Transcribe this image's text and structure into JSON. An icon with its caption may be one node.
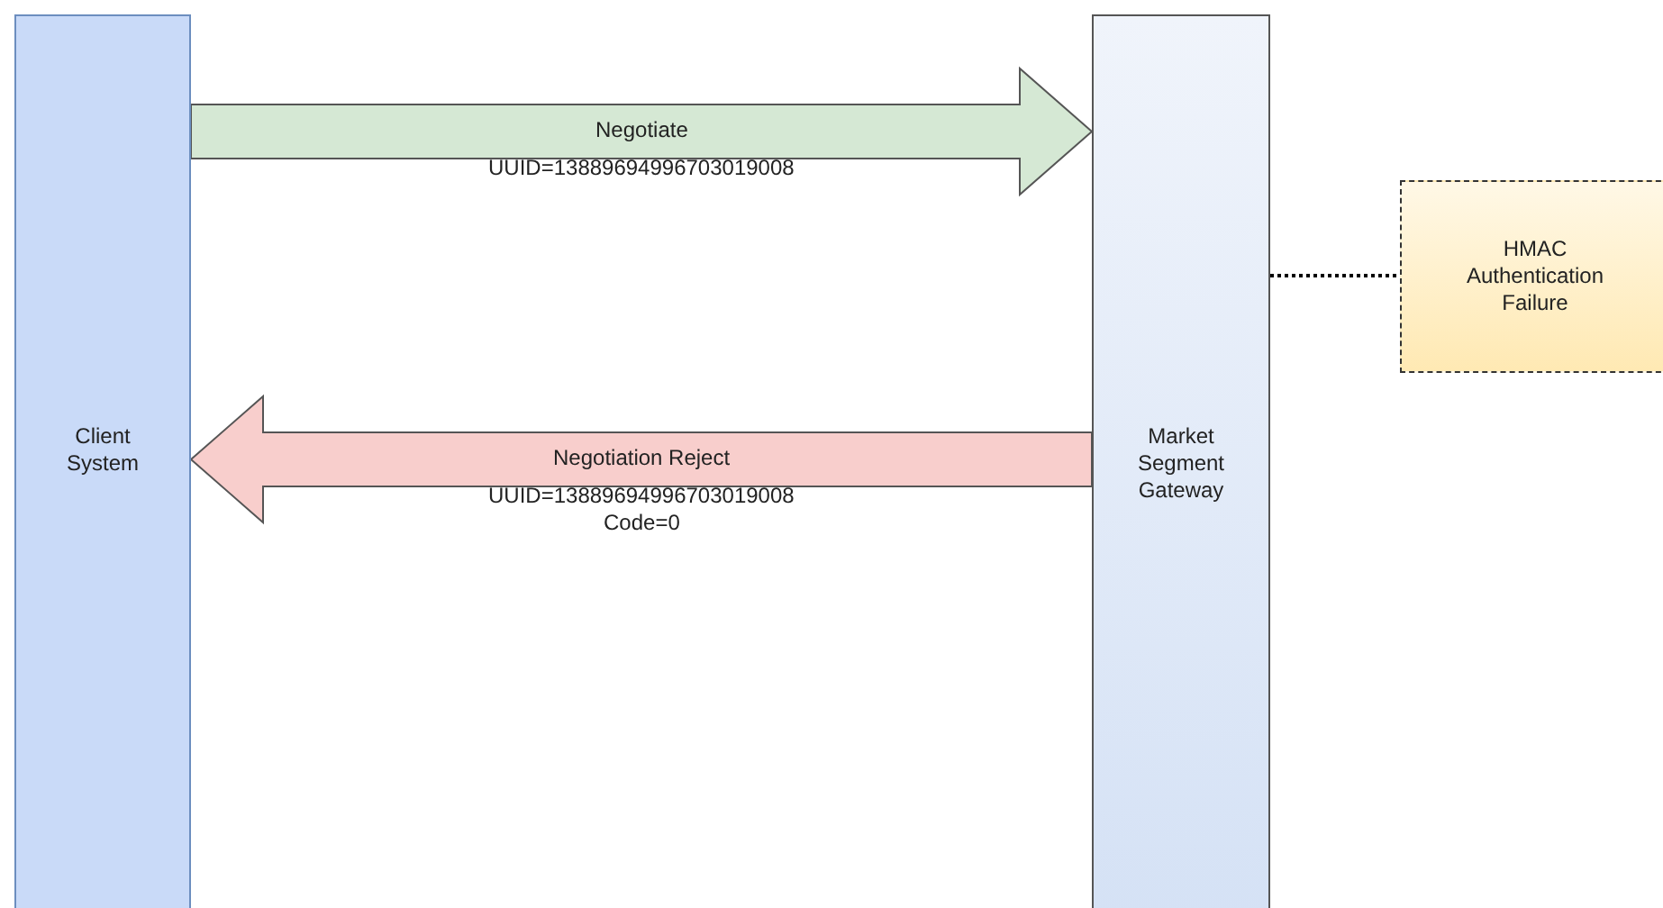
{
  "diagram": {
    "nodes": [
      {
        "text": [
          "Client System"
        ]
      },
      {
        "text": [
          "Market Segment Gateway"
        ]
      },
      {
        "text": [
          "HMAC Authentication Failure"
        ]
      }
    ],
    "edges": [
      {
        "from": 0,
        "to": 1,
        "arrow": "to",
        "label": "Negotiate",
        "style": "thick",
        "color": "#d5e8d4"
      },
      {
        "from": 1,
        "to": 0,
        "arrow": "to",
        "label": "Negotiation Reject",
        "style": "thick",
        "color": "#f8cecc"
      },
      {
        "from": 1,
        "to": 2,
        "arrow": "none",
        "style": "dashed"
      }
    ],
    "labels": [
      "UUID=13889694996703019008",
      "UUID=13889694996703019008",
      "Code=0"
    ]
  }
}
